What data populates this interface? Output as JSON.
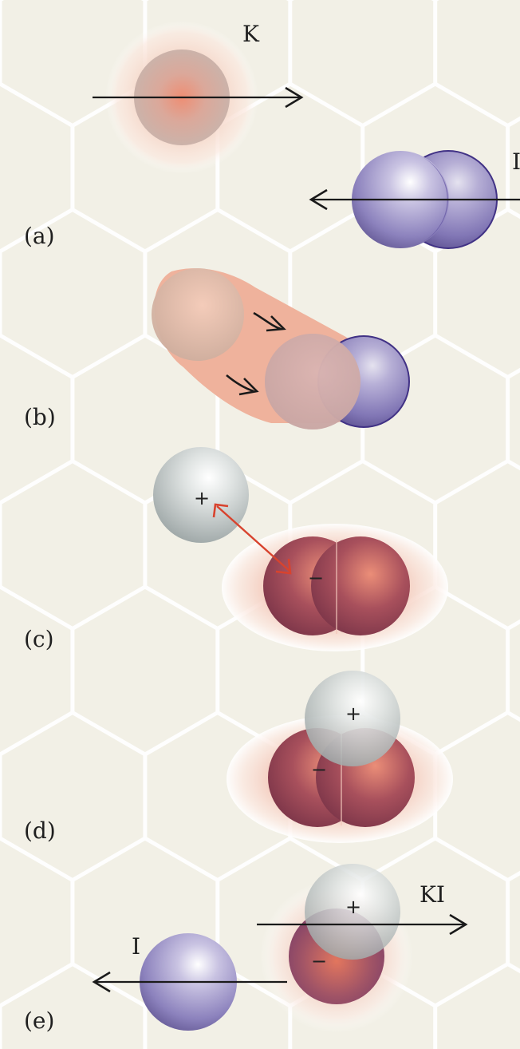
{
  "panels": {
    "a": {
      "label": "(a)",
      "atom_k": "K",
      "atom_i2": "I"
    },
    "b": {
      "label": "(b)"
    },
    "c": {
      "label": "(c)",
      "plus": "+",
      "minus": "−"
    },
    "d": {
      "label": "(d)",
      "plus": "+",
      "minus": "−"
    },
    "e": {
      "label": "(e)",
      "product": "KI",
      "atom_i": "I",
      "plus": "+",
      "minus": "−"
    }
  },
  "colors": {
    "background": "#f2f0e6",
    "hex_grid": "#ffffff",
    "potassium": "#e4b3a2",
    "iodine": "#6a5fa8",
    "potassium_ion": "#b9c0c0",
    "iodide_ion": "#8a3848",
    "attraction_arrow": "#d8432e",
    "arrow": "#1a1a1a"
  }
}
